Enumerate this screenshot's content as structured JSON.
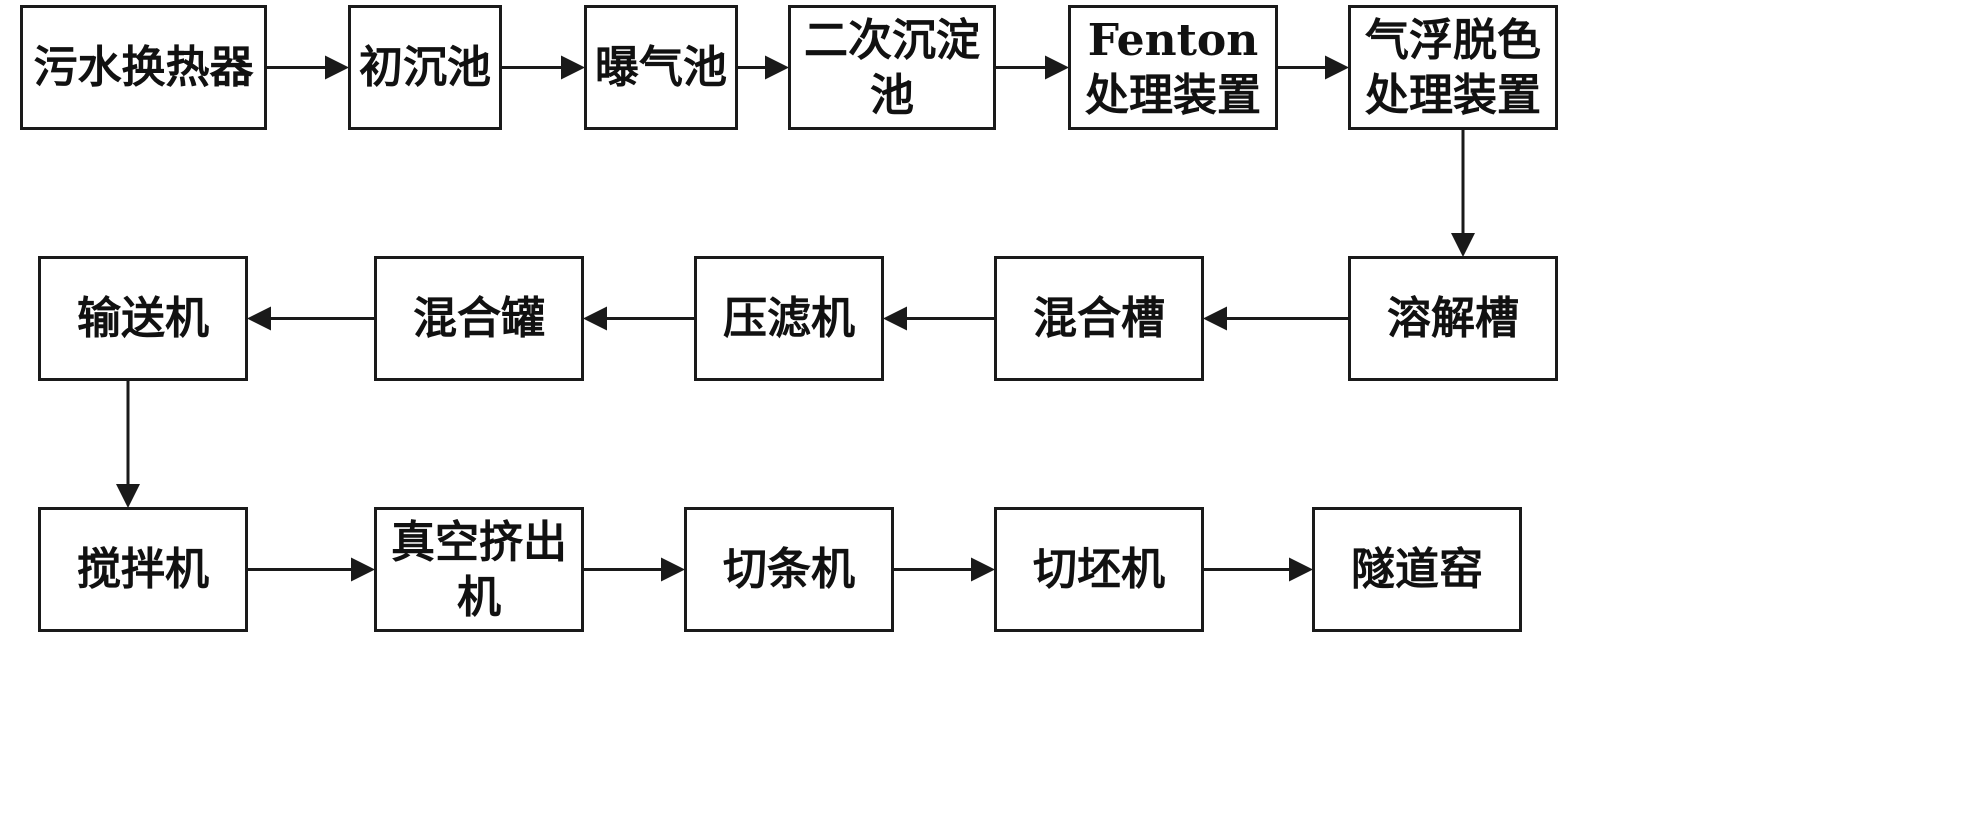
{
  "diagram": {
    "nodes": [
      {
        "id": "n1",
        "label": "污水换热器"
      },
      {
        "id": "n2",
        "label": "初沉池"
      },
      {
        "id": "n3",
        "label": "曝气池"
      },
      {
        "id": "n4",
        "label": "二次沉淀池"
      },
      {
        "id": "n5",
        "label": "Fenton处理装置"
      },
      {
        "id": "n6",
        "label": "气浮脱色处理装置"
      },
      {
        "id": "n7",
        "label": "溶解槽"
      },
      {
        "id": "n8",
        "label": "混合槽"
      },
      {
        "id": "n9",
        "label": "压滤机"
      },
      {
        "id": "n10",
        "label": "混合罐"
      },
      {
        "id": "n11",
        "label": "输送机"
      },
      {
        "id": "n12",
        "label": "搅拌机"
      },
      {
        "id": "n13",
        "label": "真空挤出机"
      },
      {
        "id": "n14",
        "label": "切条机"
      },
      {
        "id": "n15",
        "label": "切坯机"
      },
      {
        "id": "n16",
        "label": "隧道窑"
      }
    ],
    "edges": [
      {
        "from": "n1",
        "to": "n2"
      },
      {
        "from": "n2",
        "to": "n3"
      },
      {
        "from": "n3",
        "to": "n4"
      },
      {
        "from": "n4",
        "to": "n5"
      },
      {
        "from": "n5",
        "to": "n6"
      },
      {
        "from": "n6",
        "to": "n7"
      },
      {
        "from": "n7",
        "to": "n8"
      },
      {
        "from": "n8",
        "to": "n9"
      },
      {
        "from": "n9",
        "to": "n10"
      },
      {
        "from": "n10",
        "to": "n11"
      },
      {
        "from": "n11",
        "to": "n12"
      },
      {
        "from": "n12",
        "to": "n13"
      },
      {
        "from": "n13",
        "to": "n14"
      },
      {
        "from": "n14",
        "to": "n15"
      },
      {
        "from": "n15",
        "to": "n16"
      }
    ],
    "colors": {
      "stroke": "#1a1a1a",
      "text": "#111111",
      "background": "#ffffff"
    }
  }
}
